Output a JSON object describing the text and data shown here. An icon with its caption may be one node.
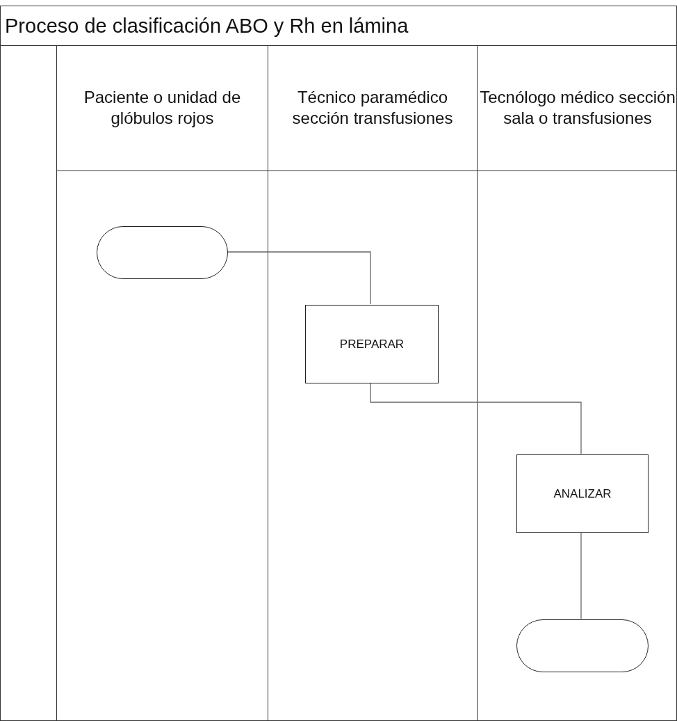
{
  "diagram": {
    "nodes": [
      {
        "text": [
          "Proceso de clasificación ABO y Rh en lámina"
        ]
      },
      {
        "text": [
          "Paciente o unidad de glóbulos rojos"
        ],
        "in": 0
      },
      {
        "text": [
          "Técnico paramédico sección transfusiones"
        ],
        "in": 0
      },
      {
        "text": [
          "Tecnólogo médico sección sala o transfusiones"
        ],
        "in": 0
      },
      {
        "text": [],
        "shape": "terminal",
        "in": 1
      },
      {
        "text": [
          "PREPARAR"
        ],
        "in": 2
      },
      {
        "text": [
          "ANALIZAR"
        ],
        "in": 3
      },
      {
        "text": [],
        "shape": "terminal",
        "in": 3
      }
    ],
    "edges": [
      {
        "from": 4,
        "to": 5,
        "arrow": "none"
      },
      {
        "from": 5,
        "to": 6,
        "arrow": "none"
      },
      {
        "from": 6,
        "to": 7,
        "arrow": "none"
      }
    ]
  }
}
